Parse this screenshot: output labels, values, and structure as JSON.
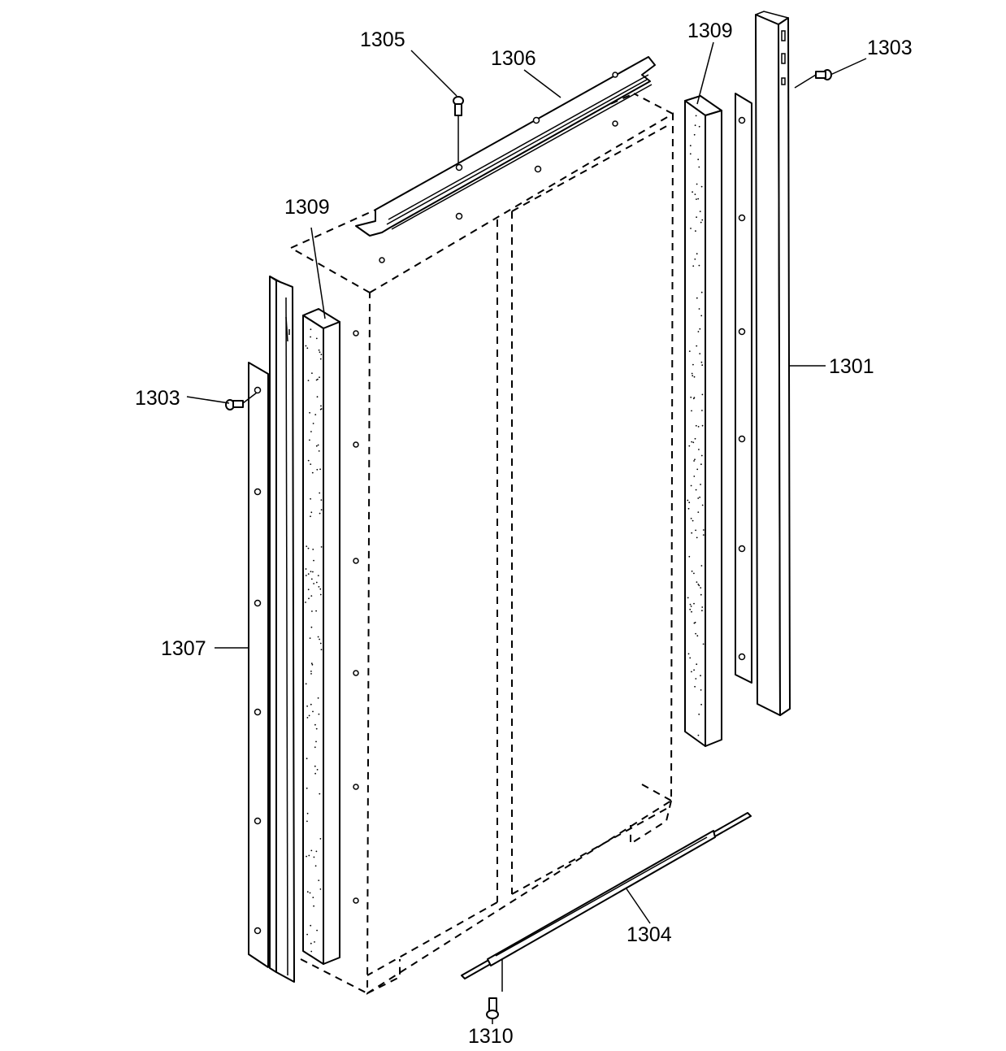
{
  "callouts": [
    {
      "id": "c1305",
      "label": "1305"
    },
    {
      "id": "c1306",
      "label": "1306"
    },
    {
      "id": "c1309a",
      "label": "1309"
    },
    {
      "id": "c1303a",
      "label": "1303"
    },
    {
      "id": "c1309b",
      "label": "1309"
    },
    {
      "id": "c1301",
      "label": "1301"
    },
    {
      "id": "c1303b",
      "label": "1303"
    },
    {
      "id": "c1307",
      "label": "1307"
    },
    {
      "id": "c1304",
      "label": "1304"
    },
    {
      "id": "c1310",
      "label": "1310"
    }
  ]
}
